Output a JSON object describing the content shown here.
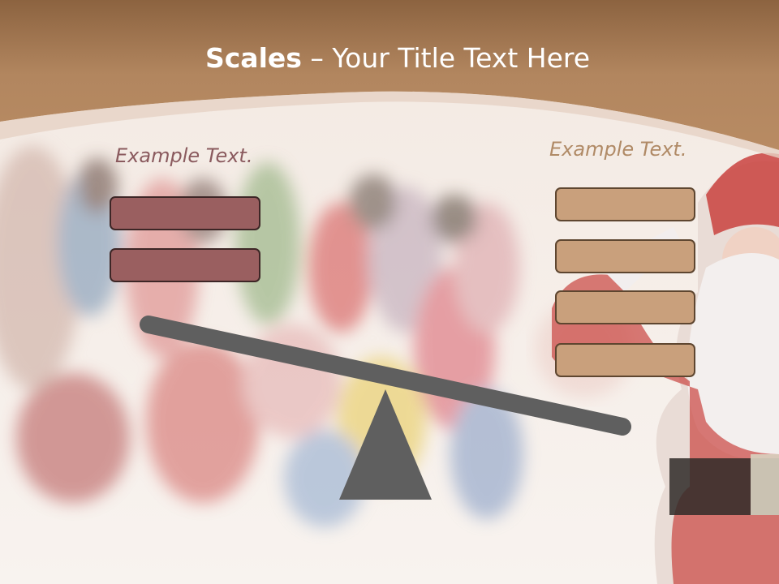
{
  "slide": {
    "title_bold": "Scales",
    "title_rest": " – Your Title Text Here"
  },
  "left_side": {
    "label": "Example Text.",
    "box_count": 2,
    "box_color": "#9a5f60"
  },
  "right_side": {
    "label": "Example Text.",
    "box_count": 4,
    "box_color": "#c9a07c"
  },
  "colors": {
    "header_brown": "#b2865f",
    "beam_gray": "#5f5f5f"
  },
  "background": {
    "description_icons": [
      "crowd-photo",
      "santa-claus-photo"
    ]
  }
}
